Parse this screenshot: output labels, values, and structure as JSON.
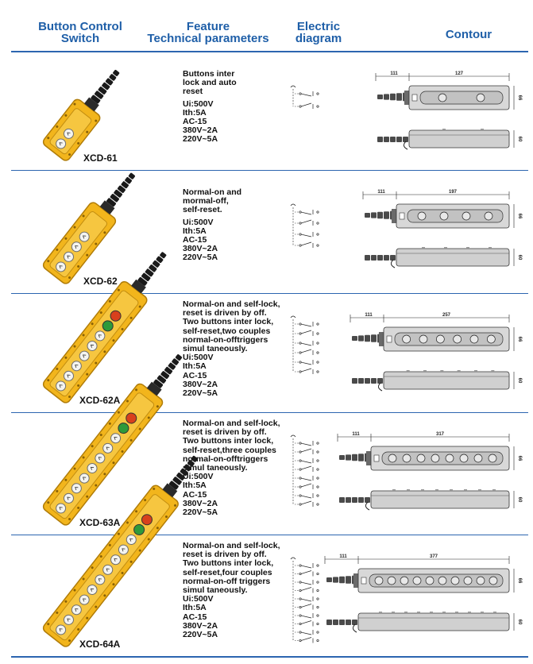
{
  "headers": {
    "col1": [
      "Button Control",
      "Switch"
    ],
    "col2": [
      "Feature",
      "Technical parameters"
    ],
    "col3": [
      "Electric",
      "diagram"
    ],
    "col4": "Contour"
  },
  "rows": [
    {
      "model": "XCD-61",
      "desc": [
        "Buttons inter",
        "lock and auto",
        "reset"
      ],
      "params": [
        "Ui:500V",
        "Ith:5A",
        "AC-15",
        "380V~2A",
        "220V~5A"
      ],
      "dims": {
        "handle": "111",
        "length": "127",
        "height": "66",
        "depth": "60"
      },
      "buttons": 2,
      "lamps": []
    },
    {
      "model": "XCD-62",
      "desc": [
        "Normal-on and",
        "mormal-off,",
        "self-reset."
      ],
      "params": [
        "Ui:500V",
        "Ith:5A",
        "AC-15",
        "380V~2A",
        "220V~5A"
      ],
      "dims": {
        "handle": "111",
        "length": "197",
        "height": "66",
        "depth": "60"
      },
      "buttons": 4,
      "lamps": []
    },
    {
      "model": "XCD-62A",
      "desc": [
        "Normal-on and self-lock,",
        "reset is driven by off.",
        "Two buttons inter lock,",
        "self-reset,two couples",
        "normal-on-offtriggers",
        "simul taneously."
      ],
      "params": [
        "Ui:500V",
        "Ith:5A",
        "AC-15",
        "380V~2A",
        "220V~5A"
      ],
      "dims": {
        "handle": "111",
        "length": "257",
        "height": "66",
        "depth": "60"
      },
      "buttons": 6,
      "lamps": [
        "#2f9a3a",
        "#d8401c"
      ]
    },
    {
      "model": "XCD-63A",
      "desc": [
        "Normal-on and self-lock,",
        "reset is driven by off.",
        "Two buttons inter lock,",
        "self-reset,three couples",
        "normal-on-offtriggers",
        "simul taneously."
      ],
      "params": [
        "Ui:500V",
        "Ith:5A",
        "AC-15",
        "380V~2A",
        "220V~5A"
      ],
      "dims": {
        "handle": "111",
        "length": "317",
        "height": "66",
        "depth": "60"
      },
      "buttons": 8,
      "lamps": [
        "#2f9a3a",
        "#d8401c"
      ]
    },
    {
      "model": "XCD-64A",
      "desc": [
        "Normal-on and self-lock,",
        "reset is driven by off.",
        "Two buttons inter lock,",
        "self-reset,four couples",
        "normal-on-off triggers",
        "simul taneously."
      ],
      "params": [
        "Ui:500V",
        "Ith:5A",
        "AC-15",
        "380V~2A",
        "220V~5A"
      ],
      "dims": {
        "handle": "111",
        "length": "377",
        "height": "66",
        "depth": "60"
      },
      "buttons": 10,
      "lamps": [
        "#2f9a3a",
        "#d8401c"
      ]
    }
  ],
  "colors": {
    "header_blue": "#1f5fa8",
    "housing_yellow": "#f2b51c",
    "cable_black": "#1a1a1a"
  }
}
